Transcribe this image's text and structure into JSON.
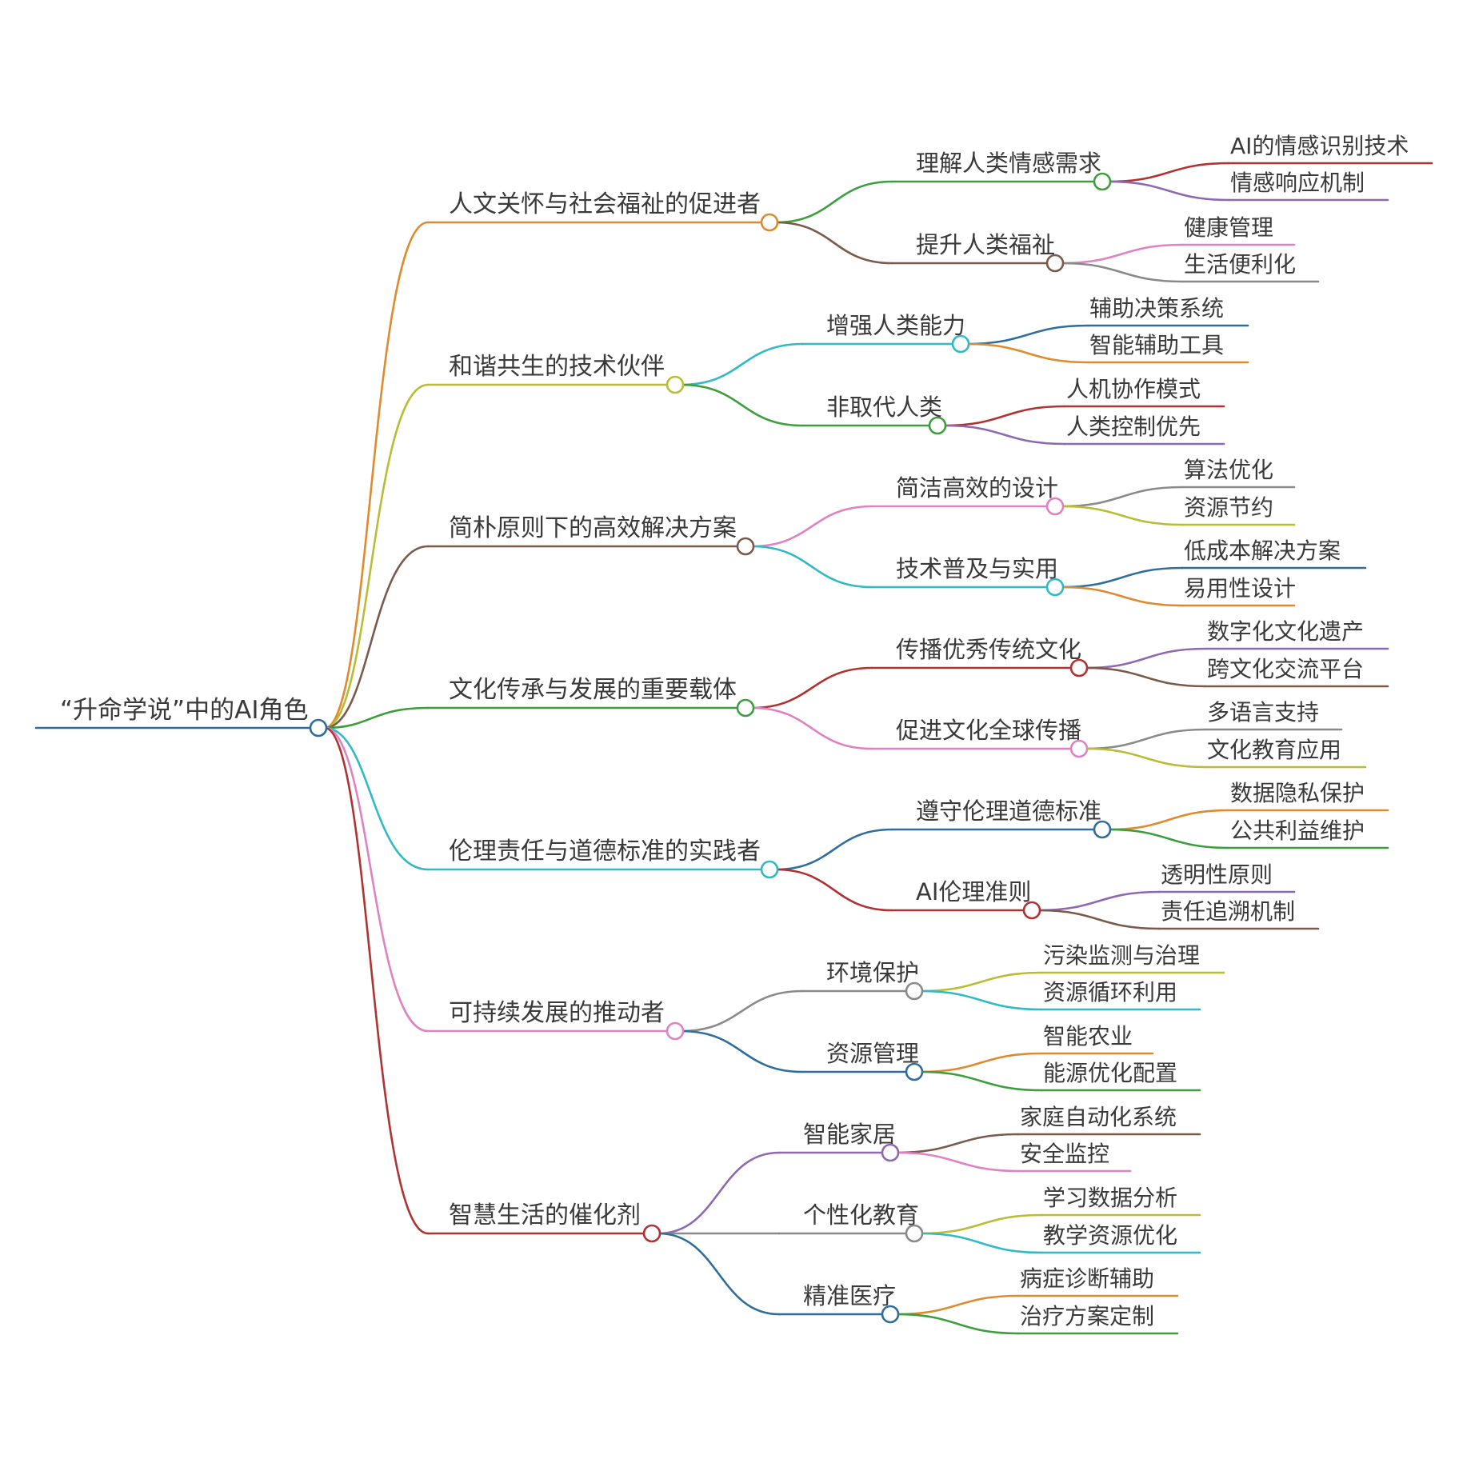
{
  "root": {
    "label": "“升命学说”中的AI角色",
    "color": "#2f6e9c"
  },
  "branches": [
    {
      "label": "人文关怀与社会福祉的促进者",
      "color": "#e08a2e",
      "children": [
        {
          "label": "理解人类情感需求",
          "color": "#3e9e3e",
          "children": [
            {
              "label": "AI的情感识别技术",
              "color": "#b03232"
            },
            {
              "label": "情感响应机制",
              "color": "#8e68b0"
            }
          ]
        },
        {
          "label": "提升人类福祉",
          "color": "#7a5a4a",
          "children": [
            {
              "label": "健康管理",
              "color": "#df82c2"
            },
            {
              "label": "生活便利化",
              "color": "#8a8a8a"
            }
          ]
        }
      ]
    },
    {
      "label": "和谐共生的技术伙伴",
      "color": "#b9bd35",
      "children": [
        {
          "label": "增强人类能力",
          "color": "#2fbac6",
          "children": [
            {
              "label": "辅助决策系统",
              "color": "#2f6e9c"
            },
            {
              "label": "智能辅助工具",
              "color": "#e08a2e"
            }
          ]
        },
        {
          "label": "非取代人类",
          "color": "#3e9e3e",
          "children": [
            {
              "label": "人机协作模式",
              "color": "#b03232"
            },
            {
              "label": "人类控制优先",
              "color": "#8e68b0"
            }
          ]
        }
      ]
    },
    {
      "label": "简朴原则下的高效解决方案",
      "color": "#7a5a4a",
      "children": [
        {
          "label": "简洁高效的设计",
          "color": "#df82c2",
          "children": [
            {
              "label": "算法优化",
              "color": "#8a8a8a"
            },
            {
              "label": "资源节约",
              "color": "#b9bd35"
            }
          ]
        },
        {
          "label": "技术普及与实用",
          "color": "#2fbac6",
          "children": [
            {
              "label": "低成本解决方案",
              "color": "#2f6e9c"
            },
            {
              "label": "易用性设计",
              "color": "#e08a2e"
            }
          ]
        }
      ]
    },
    {
      "label": "文化传承与发展的重要载体",
      "color": "#3e9e3e",
      "children": [
        {
          "label": "传播优秀传统文化",
          "color": "#b03232",
          "children": [
            {
              "label": "数字化文化遗产",
              "color": "#8e68b0"
            },
            {
              "label": "跨文化交流平台",
              "color": "#7a5a4a"
            }
          ]
        },
        {
          "label": "促进文化全球传播",
          "color": "#df82c2",
          "children": [
            {
              "label": "多语言支持",
              "color": "#8a8a8a"
            },
            {
              "label": "文化教育应用",
              "color": "#b9bd35"
            }
          ]
        }
      ]
    },
    {
      "label": "伦理责任与道德标准的实践者",
      "color": "#2fbac6",
      "children": [
        {
          "label": "遵守伦理道德标准",
          "color": "#2f6e9c",
          "children": [
            {
              "label": "数据隐私保护",
              "color": "#e08a2e"
            },
            {
              "label": "公共利益维护",
              "color": "#3e9e3e"
            }
          ]
        },
        {
          "label": "AI伦理准则",
          "color": "#b03232",
          "children": [
            {
              "label": "透明性原则",
              "color": "#8e68b0"
            },
            {
              "label": "责任追溯机制",
              "color": "#7a5a4a"
            }
          ]
        }
      ]
    },
    {
      "label": "可持续发展的推动者",
      "color": "#df82c2",
      "children": [
        {
          "label": "环境保护",
          "color": "#8a8a8a",
          "children": [
            {
              "label": "污染监测与治理",
              "color": "#b9bd35"
            },
            {
              "label": "资源循环利用",
              "color": "#2fbac6"
            }
          ]
        },
        {
          "label": "资源管理",
          "color": "#2f6e9c",
          "children": [
            {
              "label": "智能农业",
              "color": "#e08a2e"
            },
            {
              "label": "能源优化配置",
              "color": "#3e9e3e"
            }
          ]
        }
      ]
    },
    {
      "label": "智慧生活的催化剂",
      "color": "#b03232",
      "children": [
        {
          "label": "智能家居",
          "color": "#8e68b0",
          "children": [
            {
              "label": "家庭自动化系统",
              "color": "#7a5a4a"
            },
            {
              "label": "安全监控",
              "color": "#df82c2"
            }
          ]
        },
        {
          "label": "个性化教育",
          "color": "#8a8a8a",
          "children": [
            {
              "label": "学习数据分析",
              "color": "#b9bd35"
            },
            {
              "label": "教学资源优化",
              "color": "#2fbac6"
            }
          ]
        },
        {
          "label": "精准医疗",
          "color": "#2f6e9c",
          "children": [
            {
              "label": "病症诊断辅助",
              "color": "#e08a2e"
            },
            {
              "label": "治疗方案定制",
              "color": "#3e9e3e"
            }
          ]
        }
      ]
    }
  ]
}
